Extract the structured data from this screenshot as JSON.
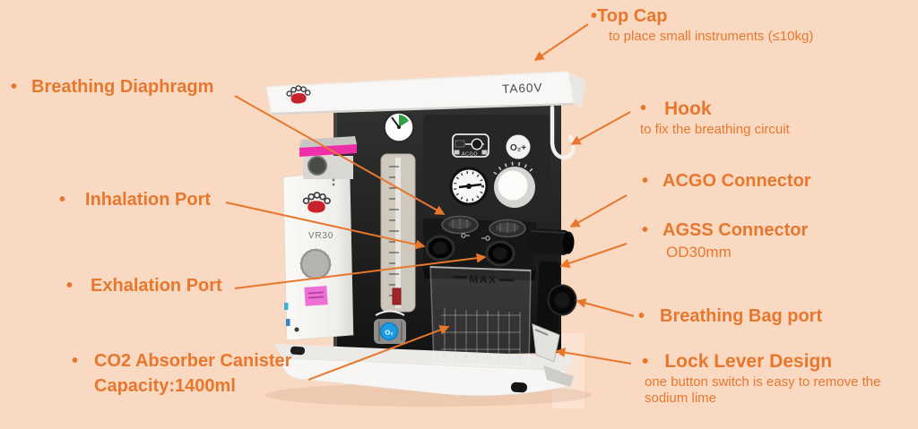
{
  "colors": {
    "background": "#fad9c2",
    "accent": "#e8772e"
  },
  "bullet": "•",
  "machine": {
    "model_label": "TA60V",
    "vaporizer": {
      "model_label": "VR30"
    },
    "canister": {
      "max_label": "MAX"
    },
    "panel": {
      "acgo_label": "ACGO",
      "o2_flush_label": "O₂+",
      "o2_knob_label": "O₂"
    }
  },
  "callouts": {
    "top_cap": {
      "title": "Top Cap",
      "desc": "to place small instruments (≤10kg)"
    },
    "breathing_diaphragm": {
      "title": "Breathing Diaphragm"
    },
    "inhalation_port": {
      "title": "Inhalation Port"
    },
    "exhalation_port": {
      "title": "Exhalation Port"
    },
    "co2_canister": {
      "title": "CO2 Absorber Canister",
      "capacity": "Capacity:1400ml"
    },
    "hook": {
      "title": "Hook",
      "desc": "to fix the breathing circuit"
    },
    "acgo_connector": {
      "title": "ACGO Connector"
    },
    "agss_connector": {
      "title": "AGSS Connector",
      "desc": "OD30mm"
    },
    "breathing_bag_port": {
      "title": "Breathing Bag port"
    },
    "lock_lever": {
      "title": "Lock Lever Design",
      "desc": "one button switch is easy to remove the sodium lime"
    }
  }
}
